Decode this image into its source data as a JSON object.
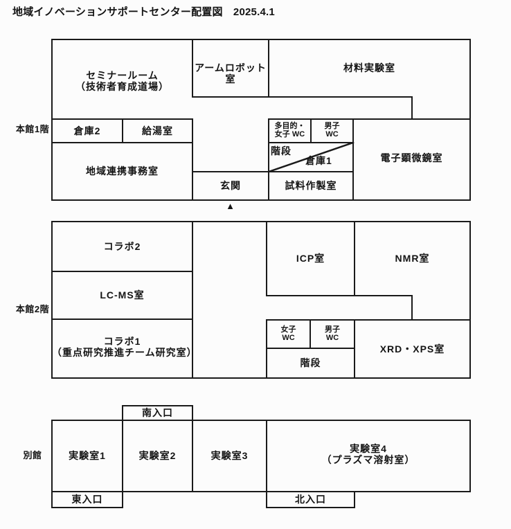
{
  "title": "地域イノベーションサポートセンター配置図　2025.4.1",
  "floor1": {
    "label": "本館1階",
    "rooms": {
      "seminar": "セミナールーム\n（技術者育成道場）",
      "arm_robot": "アームロボット室",
      "materials_lab": "材料実験室",
      "storage2": "倉庫2",
      "kitchenette": "給湯室",
      "multipurpose_wc": "多目的・\n女子 WC",
      "mens_wc": "男子\nWC",
      "stairs": "階段",
      "storage1": "倉庫1",
      "regional_office": "地域連携事務室",
      "entrance": "玄関",
      "sample_prep": "試料作製室",
      "electron_microscope": "電子顕微鏡室"
    },
    "entrance_marker": "▲"
  },
  "floor2": {
    "label": "本館2階",
    "rooms": {
      "collab2": "コラボ2",
      "lcms": "LC-MS室",
      "collab1": "コラボ1\n（重点研究推進チーム研究室）",
      "icp": "ICP室",
      "nmr": "NMR室",
      "womens_wc": "女子\nWC",
      "mens_wc": "男子\nWC",
      "stairs": "階段",
      "xrd_xps": "XRD・XPS室"
    }
  },
  "annex": {
    "label": "別館",
    "rooms": {
      "lab1": "実験室1",
      "lab2": "実験室2",
      "lab3": "実験室3",
      "lab4": "実験室4\n（プラズマ溶射室）"
    },
    "entrances": {
      "south": "南入口",
      "east": "東入口",
      "north": "北入口"
    }
  },
  "colors": {
    "wall": "#1a1a1a",
    "text": "#141414",
    "background": "#fcfcfc"
  }
}
